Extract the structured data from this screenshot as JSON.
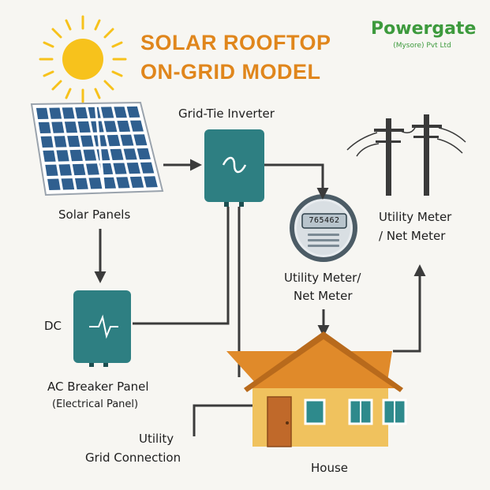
{
  "title": {
    "line1": "SOLAR ROOFTOP",
    "line2": "ON-GRID MODEL"
  },
  "brand": {
    "name": "Powergate",
    "sub": "(Mysore) Pvt Ltd"
  },
  "labels": {
    "solar_panels": "Solar Panels",
    "inverter": "Grid-Tie Inverter",
    "dc": "DC",
    "breaker_line1": "AC Breaker Panel",
    "breaker_line2": "(Electrical Panel)",
    "meter_mid_line1": "Utility Meter/",
    "meter_mid_line2": "Net Meter",
    "meter_right_line1": "Utility Meter",
    "meter_right_line2": "/ Net Meter",
    "grid_line1": "Utility",
    "grid_line2": "Grid Connection",
    "house": "House"
  },
  "meter": {
    "reading": "765462"
  },
  "icons": [
    "sun-icon",
    "solar-panel-icon",
    "inverter-icon",
    "ac-breaker-panel-icon",
    "net-meter-icon",
    "utility-pole-icon",
    "house-icon"
  ],
  "colors": {
    "title": "#e0861c",
    "brand": "#3d9a3d",
    "teal": "#2e7f82",
    "panel_blue": "#2f5f8f",
    "house_wall": "#f0c25e",
    "roof": "#e08a2a",
    "door": "#c0692a",
    "window": "#2e8a8c",
    "line": "#3b3b3b",
    "sun": "#f7c21c"
  }
}
